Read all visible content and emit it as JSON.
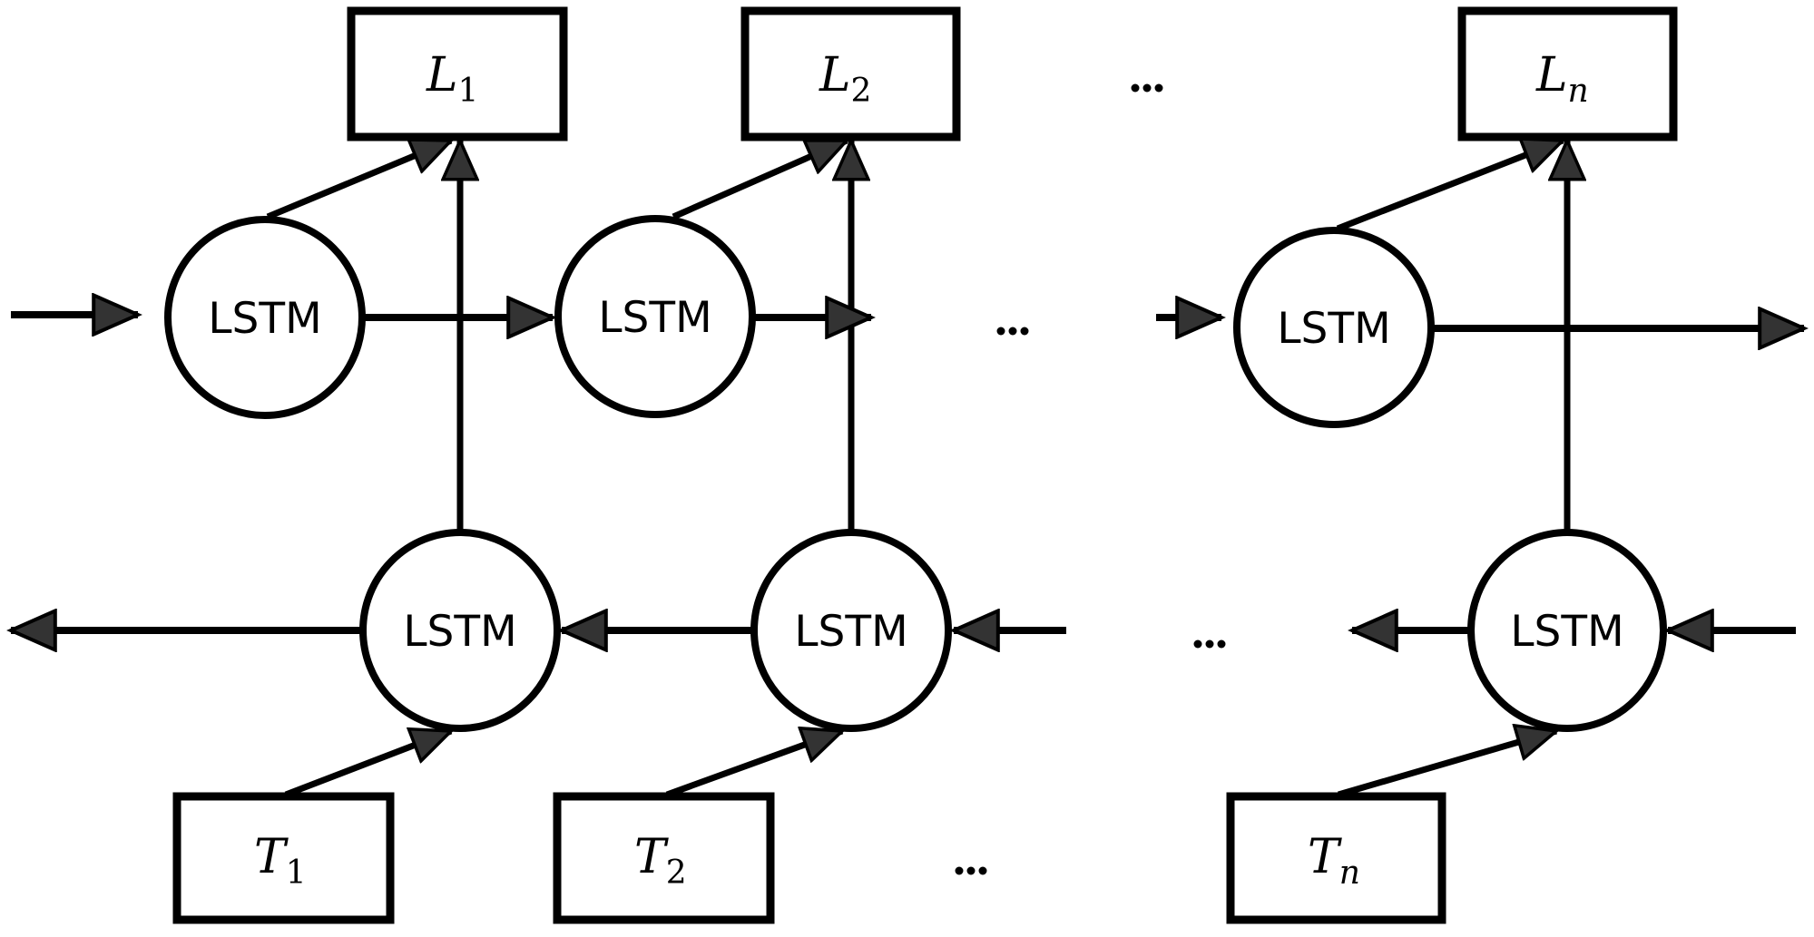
{
  "diagram": {
    "title": "Bidirectional LSTM sequence labeling",
    "cell_label": "LSTM",
    "ellipsis": "...",
    "outputs": [
      {
        "symbol": "L",
        "subscript": "1",
        "subscript_italic": false
      },
      {
        "symbol": "L",
        "subscript": "2",
        "subscript_italic": false
      },
      {
        "symbol": "L",
        "subscript": "n",
        "subscript_italic": true
      }
    ],
    "inputs": [
      {
        "symbol": "T",
        "subscript": "1",
        "subscript_italic": false
      },
      {
        "symbol": "T",
        "subscript": "2",
        "subscript_italic": false
      },
      {
        "symbol": "T",
        "subscript": "n",
        "subscript_italic": true
      }
    ],
    "forward_layer": {
      "cells": [
        "LSTM",
        "LSTM",
        "LSTM"
      ],
      "direction": "left-to-right"
    },
    "backward_layer": {
      "cells": [
        "LSTM",
        "LSTM",
        "LSTM"
      ],
      "direction": "right-to-left"
    },
    "colors": {
      "stroke": "#000000",
      "arrowhead_fill": "#333333",
      "background": "#ffffff"
    }
  }
}
